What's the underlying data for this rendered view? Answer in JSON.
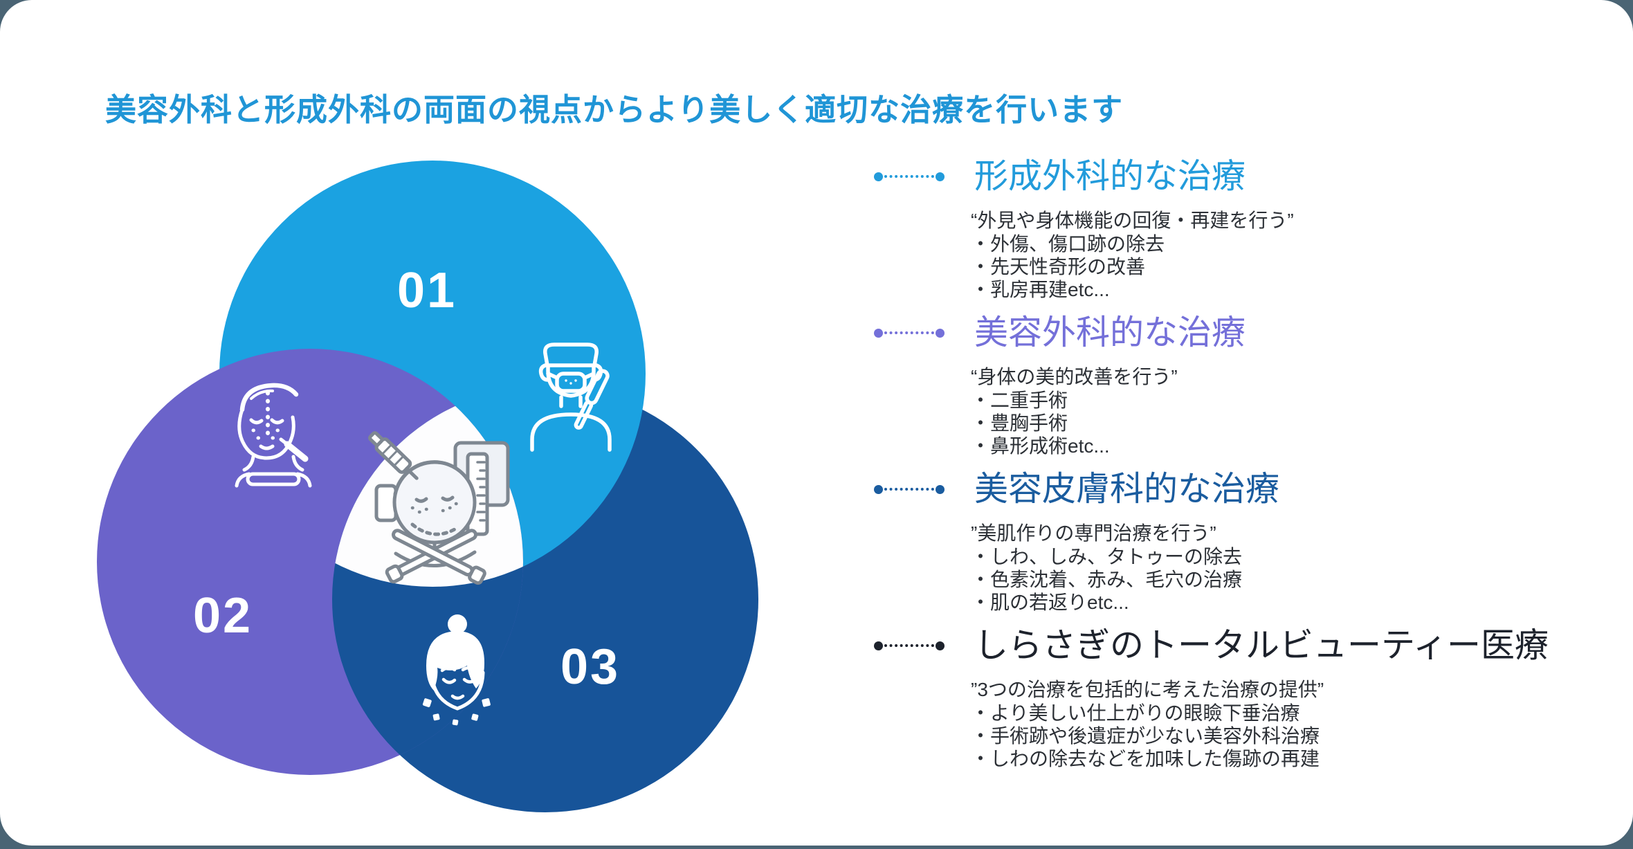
{
  "page": {
    "background": "#4a6474",
    "card": "#ffffff"
  },
  "title": {
    "text": "美容外科と形成外科の両面の視点からより美しく適切な治療を行います",
    "color": "#2095d6"
  },
  "venn": {
    "numbers": [
      "01",
      "02",
      "03"
    ],
    "colors": {
      "plastic": "#1ba2e1",
      "cosmetic": "#6b63ca",
      "skin": "#175499",
      "center": "#fdfdfe"
    },
    "icons": [
      "surgeon-icon",
      "face-marking-icon",
      "beauty-face-icon",
      "facial-treatment-icon"
    ]
  },
  "sections": [
    {
      "title": "形成外科的な治療",
      "color": "#229bdb",
      "quote": "“外見や身体機能の回復・再建を行う”",
      "items": [
        "・外傷、傷口跡の除去",
        "・先天性奇形の改善",
        "・乳房再建etc..."
      ]
    },
    {
      "title": "美容外科的な治療",
      "color": "#7470d9",
      "quote": "“身体の美的改善を行う”",
      "items": [
        "・二重手術",
        "・豊胸手術",
        "・鼻形成術etc..."
      ]
    },
    {
      "title": "美容皮膚科的な治療",
      "color": "#1a5c9f",
      "quote": "”美肌作りの専門治療を行う”",
      "items": [
        "・しわ、しみ、タトゥーの除去",
        "・色素沈着、赤み、毛穴の治療",
        "・肌の若返りetc..."
      ]
    },
    {
      "title": "しらさぎのトータルビューティー医療",
      "color": "#1d222c",
      "quote": "”3つの治療を包括的に考えた治療の提供”",
      "items": [
        "・より美しい仕上がりの眼瞼下垂治療",
        "・手術跡や後遺症が少ない美容外科治療",
        "・しわの除去などを加味した傷跡の再建"
      ]
    }
  ]
}
